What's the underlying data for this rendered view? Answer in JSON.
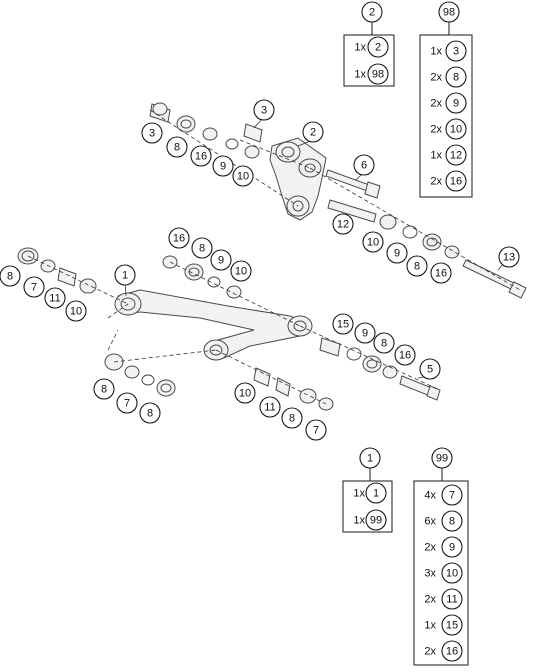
{
  "callouts": [
    "3",
    "8",
    "16",
    "9",
    "10",
    "2",
    "3",
    "6",
    "12",
    "10",
    "9",
    "8",
    "16",
    "13",
    "16",
    "8",
    "9",
    "10",
    "1",
    "8",
    "7",
    "11",
    "10",
    "15",
    "9",
    "8",
    "16",
    "5",
    "8",
    "7",
    "8",
    "10",
    "11",
    "8",
    "7"
  ],
  "kits": [
    {
      "header": "2",
      "rows": [
        {
          "qty": "1x",
          "part": "2"
        },
        {
          "qty": "1x",
          "part": "98"
        }
      ]
    },
    {
      "header": "98",
      "rows": [
        {
          "qty": "1x",
          "part": "3"
        },
        {
          "qty": "2x",
          "part": "8"
        },
        {
          "qty": "2x",
          "part": "9"
        },
        {
          "qty": "2x",
          "part": "10"
        },
        {
          "qty": "1x",
          "part": "12"
        },
        {
          "qty": "2x",
          "part": "16"
        }
      ]
    },
    {
      "header": "1",
      "rows": [
        {
          "qty": "1x",
          "part": "1"
        },
        {
          "qty": "1x",
          "part": "99"
        }
      ]
    },
    {
      "header": "99",
      "rows": [
        {
          "qty": "4x",
          "part": "7"
        },
        {
          "qty": "6x",
          "part": "8"
        },
        {
          "qty": "2x",
          "part": "9"
        },
        {
          "qty": "3x",
          "part": "10"
        },
        {
          "qty": "2x",
          "part": "11"
        },
        {
          "qty": "1x",
          "part": "15"
        },
        {
          "qty": "2x",
          "part": "16"
        }
      ]
    }
  ]
}
